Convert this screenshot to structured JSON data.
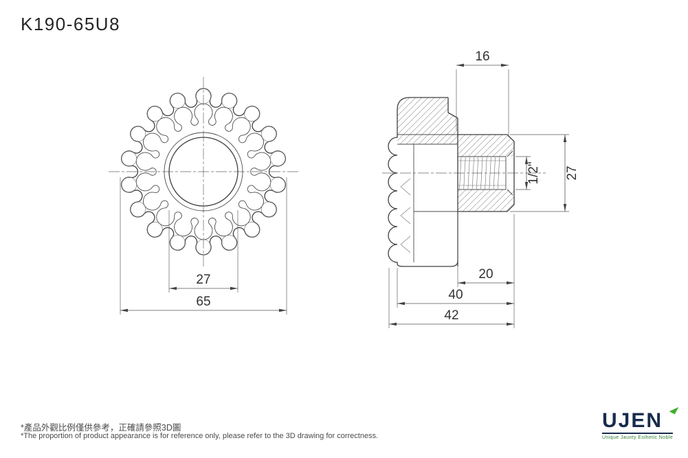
{
  "title": "K190-65U8",
  "front_view": {
    "dim_bore": "27",
    "dim_outer": "65"
  },
  "side_view": {
    "dim_top": "16",
    "dim_thread": "1/2\"",
    "dim_height": "27",
    "dim_boss": "20",
    "dim_body": "40",
    "dim_total": "42"
  },
  "footer": {
    "note_zh": "*產品外觀比例僅供參考，正確請參照3D圖",
    "note_en": "*The proportion of product appearance is for reference only, please refer to the 3D drawing for correctness."
  },
  "logo": {
    "name": "UJEN",
    "tagline": "Unique Jaunty Esthetic Noble"
  },
  "colors": {
    "line": "#3f3f3f",
    "dim": "#555555",
    "logo_navy": "#172b4d",
    "logo_green": "#3fae2a"
  }
}
